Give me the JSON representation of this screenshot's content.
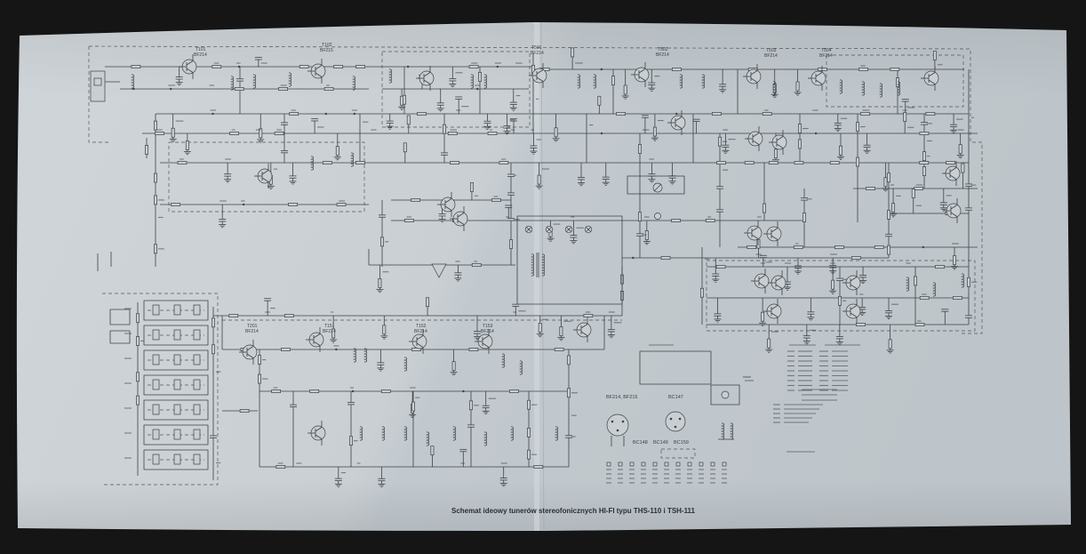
{
  "caption": "Schemat ideowy tunerów stereofonicznych HI-FI typu THS-110 i TSH-111",
  "transistor_labels": [
    {
      "ref": "T101",
      "type": "BF214"
    },
    {
      "ref": "T102",
      "type": "BF215"
    },
    {
      "ref": "T501",
      "type": "BF214"
    },
    {
      "ref": "T502",
      "type": "BF214"
    },
    {
      "ref": "T503",
      "type": "BF214"
    },
    {
      "ref": "T504",
      "type": "BF214"
    },
    {
      "ref": "T201",
      "type": "BF214"
    },
    {
      "ref": "T151",
      "type": "BF214"
    },
    {
      "ref": "T152",
      "type": "BF214"
    },
    {
      "ref": "T153",
      "type": "BF214"
    }
  ],
  "pinout": {
    "bf_types": "BF214, BF215",
    "bc_type": "BC147",
    "bc_series": [
      "BC148",
      "BC149",
      "BC159"
    ]
  },
  "colors": {
    "background": "#151515",
    "paper": "#c8ced2",
    "ink": "#3c4246"
  }
}
